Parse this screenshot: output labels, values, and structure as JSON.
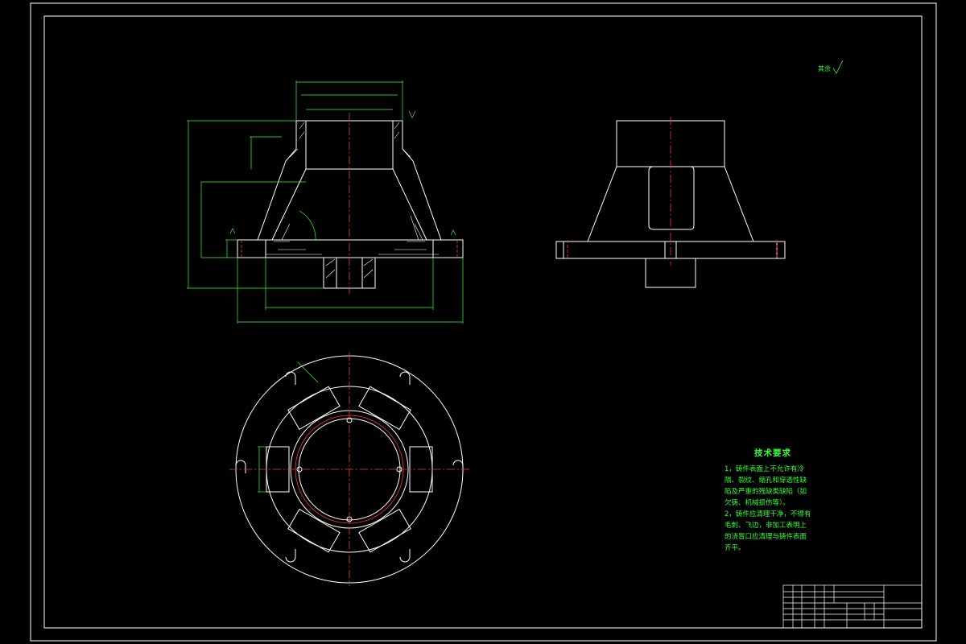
{
  "drawing": {
    "roughness_note": "其余",
    "technical_requirements": {
      "title": "技术要求",
      "lines": [
        "1，铸件表面上不允许有冷",
        "隔、裂纹、缩孔和穿透性缺",
        "陷及严重的残缺类缺陷（如",
        "欠铸、机械损伤等）。",
        "2，铸件应清理干净，不得有",
        "毛刺、飞边，非加工表明上",
        "的浇冒口应清理与铸件表面",
        "齐平。"
      ]
    },
    "colors": {
      "outline": "#ffffff",
      "dimension": "#33ff33",
      "centerline": "#ff3333",
      "background": "#000000"
    }
  }
}
